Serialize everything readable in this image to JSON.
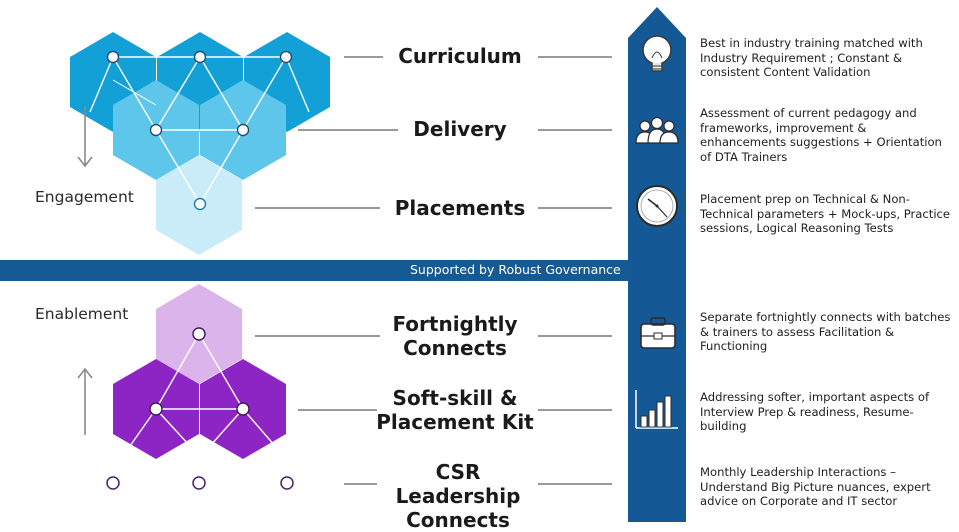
{
  "colors": {
    "hex_dark_blue": "#12a0d6",
    "hex_mid_blue": "#5dc6ea",
    "hex_light_blue": "#c9ecf8",
    "hex_light_purple": "#dcb4ec",
    "hex_dark_purple": "#8c25c4",
    "band_blue": "#165a93",
    "arrow_blue": "#145996",
    "connector_gray": "#9a9a9a"
  },
  "side_labels": {
    "engagement": "Engagement",
    "enablement": "Enablement"
  },
  "band": {
    "text": "Supported by Robust Governance"
  },
  "rows": [
    {
      "label": "Curriculum",
      "icon": "lightbulb-icon",
      "description": "Best in industry training matched with Industry Requirement ; Constant & consistent Content Validation"
    },
    {
      "label": "Delivery",
      "icon": "people-group-icon",
      "description": "Assessment of current pedagogy and frameworks, improvement & enhancements suggestions + Orientation of DTA Trainers"
    },
    {
      "label": "Placements",
      "icon": "clock-icon",
      "description": "Placement prep on Technical & Non-Technical parameters + Mock-ups, Practice sessions, Logical Reasoning Tests"
    },
    {
      "label_line1": "Fortnightly",
      "label_line2": "Connects",
      "icon": "briefcase-icon",
      "description": "Separate fortnightly connects with batches & trainers to assess Facilitation & Functioning"
    },
    {
      "label_line1": "Soft-skill &",
      "label_line2": "Placement Kit",
      "icon": "bar-chart-icon",
      "description": "Addressing softer, important aspects of Interview Prep & readiness, Resume-building"
    },
    {
      "label_line1": "CSR Leadership",
      "label_line2": "Connects",
      "icon": "",
      "description": "Monthly Leadership Interactions – Understand Big Picture nuances, expert advice on Corporate and IT sector"
    }
  ]
}
